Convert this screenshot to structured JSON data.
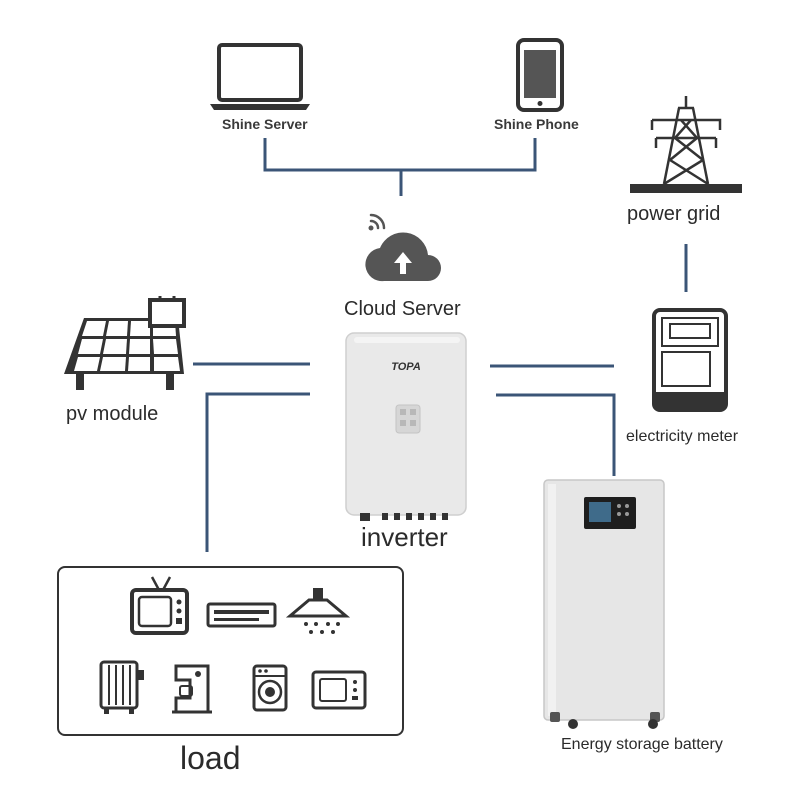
{
  "labels": {
    "shine_server": "Shine Server",
    "shine_phone": "Shine Phone",
    "power_grid": "power grid",
    "cloud_server": "Cloud Server",
    "pv_module": "pv module",
    "electricity_meter": "electricity meter",
    "inverter": "inverter",
    "inverter_brand": "TOPA",
    "load": "load",
    "battery": "Energy storage battery"
  },
  "colors": {
    "line": "#3b5577",
    "icon": "#333333",
    "cloud": "#555555",
    "inverter_body": "#e9e9e9",
    "battery_body": "#e6e6e6"
  },
  "icons": [
    "laptop-icon",
    "phone-icon",
    "power-tower-icon",
    "wifi-icon",
    "cloud-upload-icon",
    "solar-panel-icon",
    "electricity-meter-icon",
    "tv-icon",
    "air-conditioner-icon",
    "range-hood-icon",
    "oil-heater-icon",
    "coffee-machine-icon",
    "washing-machine-icon",
    "microwave-icon"
  ]
}
